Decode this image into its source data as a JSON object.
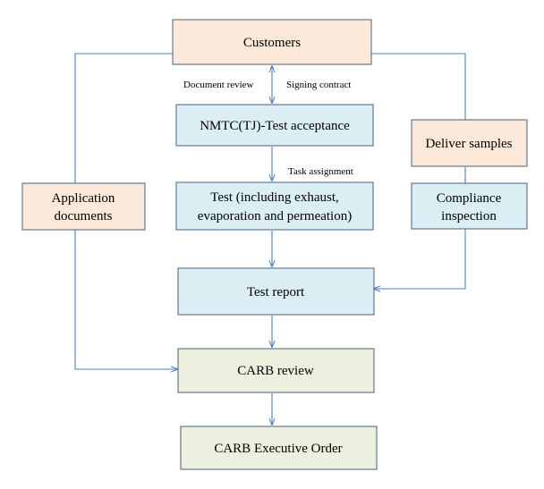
{
  "colors": {
    "peach": "#fde9d9",
    "light_blue": "#dbeef4",
    "light_green": "#ebf1de",
    "border": "#4a5f7a",
    "arrow": "#4f81bd"
  },
  "nodes": {
    "customers": "Customers",
    "nmtc": "NMTC(TJ)-Test  acceptance",
    "test_line1": "Test (including exhaust,",
    "test_line2": "evaporation and permeation)",
    "test_report": "Test report",
    "carb_review": "CARB review",
    "carb_order": "CARB Executive Order",
    "application_line1": "Application",
    "application_line2": "documents",
    "deliver_samples": "Deliver samples",
    "compliance_line1": "Compliance",
    "compliance_line2": "inspection"
  },
  "edge_labels": {
    "document_review": "Document review",
    "signing_contract": "Signing contract",
    "task_assignment": "Task assignment"
  }
}
